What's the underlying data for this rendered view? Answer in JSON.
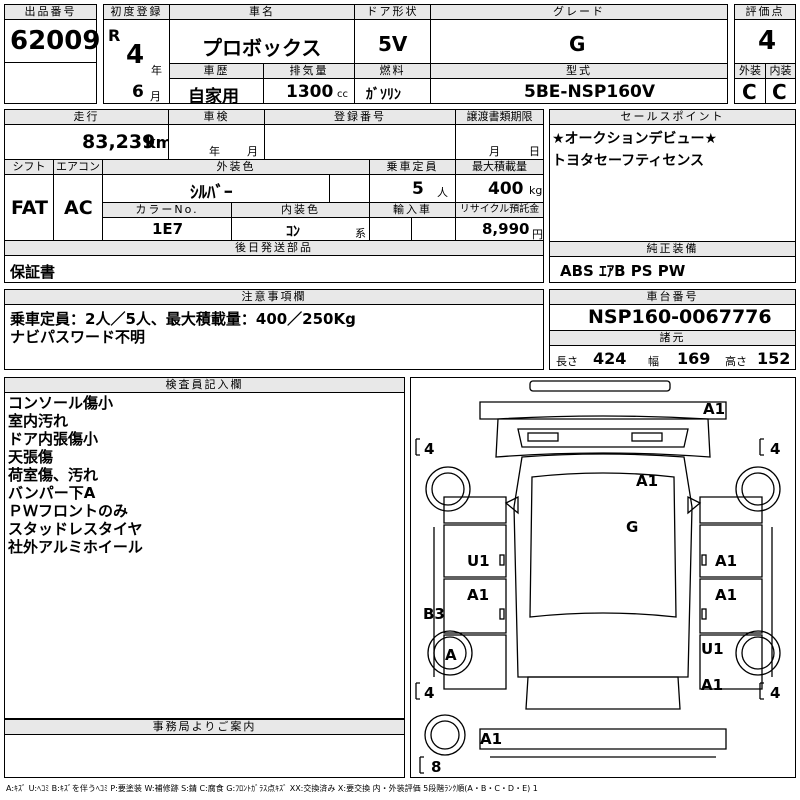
{
  "hdr": {
    "lot_no_label": "出品番号",
    "lot_no": "62009",
    "reg_label": "初度登録",
    "reg_era": "R",
    "reg_year": "4",
    "year_unit": "年",
    "reg_month": "6",
    "month_unit": "月",
    "car_name_label": "車名",
    "car_name": "プロボックス",
    "door_label": "ドア形状",
    "door": "5V",
    "grade_label": "グレード",
    "grade": "G",
    "score_label": "評価点",
    "score": "4",
    "history_label": "車歴",
    "history": "自家用",
    "disp_label": "排気量",
    "disp": "1300",
    "disp_unit": "cc",
    "fuel_label": "燃料",
    "fuel": "ｶﾞｿﾘﾝ",
    "model_label": "型式",
    "model": "5BE-NSP160V",
    "ext_label": "外装",
    "ext": "C",
    "int_label": "内装",
    "int": "C"
  },
  "sec2": {
    "mileage_label": "走行",
    "mileage": "83,239",
    "mileage_unit": "km",
    "inspection_label": "車検",
    "insp_year_unit": "年",
    "insp_month_unit": "月",
    "regno_label": "登録番号",
    "transfer_label": "譲渡書類期限",
    "tr_month_unit": "月",
    "tr_day_unit": "日",
    "shift_label": "シフト",
    "shift": "FAT",
    "ac_label": "エアコン",
    "ac": "AC",
    "color_label": "外装色",
    "color": "ｼﾙﾊﾞｰ",
    "capacity_label": "乗車定員",
    "capacity": "5",
    "capacity_unit": "人",
    "maxload_label": "最大積載量",
    "maxload": "400",
    "maxload_unit": "kg",
    "colorno_label": "カラーNo.",
    "colorno": "1E7",
    "intcolor_label": "内装色",
    "intcolor": "ｺﾝ",
    "intcolor_unit": "系",
    "import_label": "輸入車",
    "recycle_label": "リサイクル預託金",
    "recycle": "8,990",
    "recycle_unit": "円",
    "later_label": "後日発送部品",
    "later": "保証書",
    "sales_label": "セールスポイント",
    "sales": [
      "★オークションデビュー★",
      "トヨタセーフティセンス"
    ],
    "equip_label": "純正装備",
    "equip": "ABS ｴｱB PS PW"
  },
  "notes": {
    "label": "注意事項欄",
    "lines": [
      "乗車定員：2人／5人、最大積載量：400／250Kg",
      "ナビパスワード不明"
    ]
  },
  "chassis": {
    "label": "車台番号",
    "value": "NSP160-0067776",
    "dims_label": "諸元",
    "length_label": "長さ",
    "length": "424",
    "width_label": "幅",
    "width": "169",
    "height_label": "高さ",
    "height": "152"
  },
  "inspector": {
    "label": "検査員記入欄",
    "lines": [
      "コンソール傷小",
      "室内汚れ",
      "ドア内張傷小",
      "天張傷",
      "荷室傷、汚れ",
      "バンパー下A",
      "ＰＷフロントのみ",
      "スタッドレスタイヤ",
      "社外アルミホイール"
    ]
  },
  "diagram": {
    "tire_fl": "4",
    "tire_fr": "4",
    "tire_rl": "4",
    "tire_rr": "4",
    "spare": "8",
    "marks": {
      "front_bumper": "A1",
      "hood": "A1",
      "roof": "G",
      "fender_l": "U1",
      "fender_r": "A1",
      "door_l": "A1",
      "door_r": "A1",
      "sill_l": "B3",
      "wheel_l": "A",
      "qtr_r1": "U1",
      "qtr_r2": "A1",
      "rear_bumper": "A1"
    }
  },
  "office": {
    "label": "事務局よりご案内"
  },
  "legend": "A:ｷｽﾞ U:ﾍｺﾐ B:ｷｽﾞを伴うﾍｺﾐ P:要塗装 W:補修跡 S:錆 C:腐食 G:ﾌﾛﾝﾄｶﾞﾗｽ点ｷｽﾞ XX:交換済み X:要交換 内・外装評価 5段階ﾗﾝｸ順(A・B・C・D・E) 1"
}
